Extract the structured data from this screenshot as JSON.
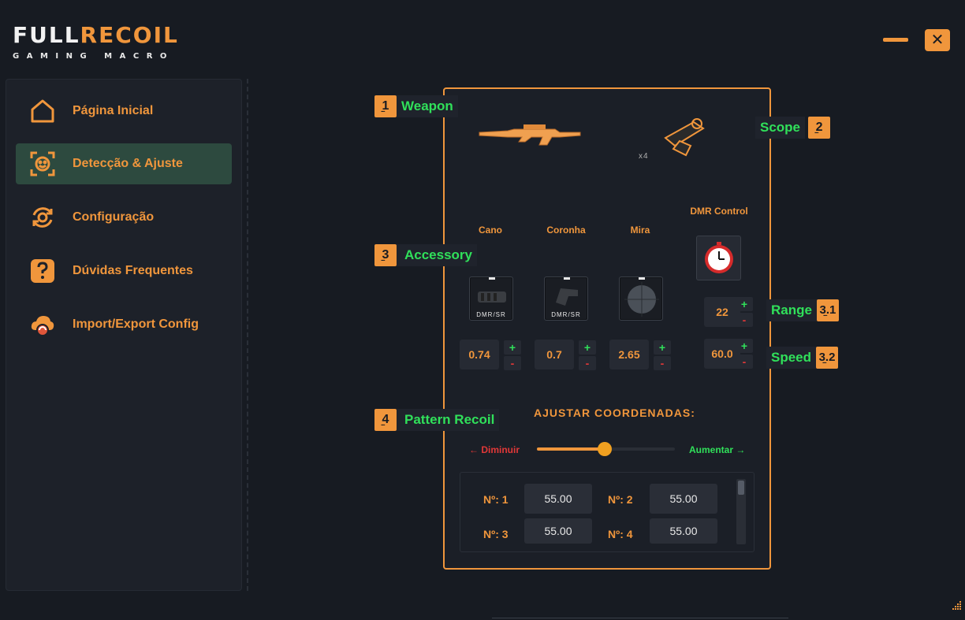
{
  "logo": {
    "part1": "FULL",
    "part2": "RECOIL",
    "subtitle": "GAMING MACRO"
  },
  "window": {
    "close_label": "✕"
  },
  "sidebar": {
    "items": [
      {
        "label": "Página Inicial",
        "icon": "home-icon",
        "active": false
      },
      {
        "label": "Detecção & Ajuste",
        "icon": "face-scan-icon",
        "active": true
      },
      {
        "label": "Configuração",
        "icon": "gear-refresh-icon",
        "active": false
      },
      {
        "label": "Dúvidas Frequentes",
        "icon": "question-icon",
        "active": false
      },
      {
        "label": "Import/Export Config",
        "icon": "cloud-sync-icon",
        "active": false
      }
    ]
  },
  "callouts": {
    "weapon": {
      "num": "1",
      "label": "Weapon"
    },
    "scope": {
      "num": "2",
      "label": "Scope"
    },
    "accessory": {
      "num": "3",
      "label": "Accessory"
    },
    "range": {
      "num": "3.1",
      "label": "Range"
    },
    "speed": {
      "num": "3.2",
      "label": "Speed"
    },
    "pattern": {
      "num": "4",
      "label": "Pattern Recoil"
    }
  },
  "scope": {
    "zoom": "x4"
  },
  "attachments": [
    {
      "label": "Cano",
      "tag": "DMR/SR",
      "value": "0.74"
    },
    {
      "label": "Coronha",
      "tag": "DMR/SR",
      "value": "0.7"
    },
    {
      "label": "Mira",
      "tag": "",
      "value": "2.65"
    }
  ],
  "dmr": {
    "label": "DMR Control",
    "range": "22",
    "speed": "60.0"
  },
  "steppers": {
    "plus": "+",
    "minus": "-"
  },
  "coords": {
    "title": "AJUSTAR COORDENADAS:",
    "decrease": "← Diminuir",
    "increase": "Aumentar →",
    "slider_percent": 49,
    "rows": [
      {
        "label": "Nº: 1",
        "value": "55.00"
      },
      {
        "label": "Nº: 2",
        "value": "55.00"
      },
      {
        "label": "Nº: 3",
        "value": "55.00"
      },
      {
        "label": "Nº: 4",
        "value": "55.00"
      }
    ]
  },
  "colors": {
    "accent": "#f0963c",
    "green": "#30e05a",
    "red": "#e23838",
    "active_bg": "#2d4a3f"
  }
}
